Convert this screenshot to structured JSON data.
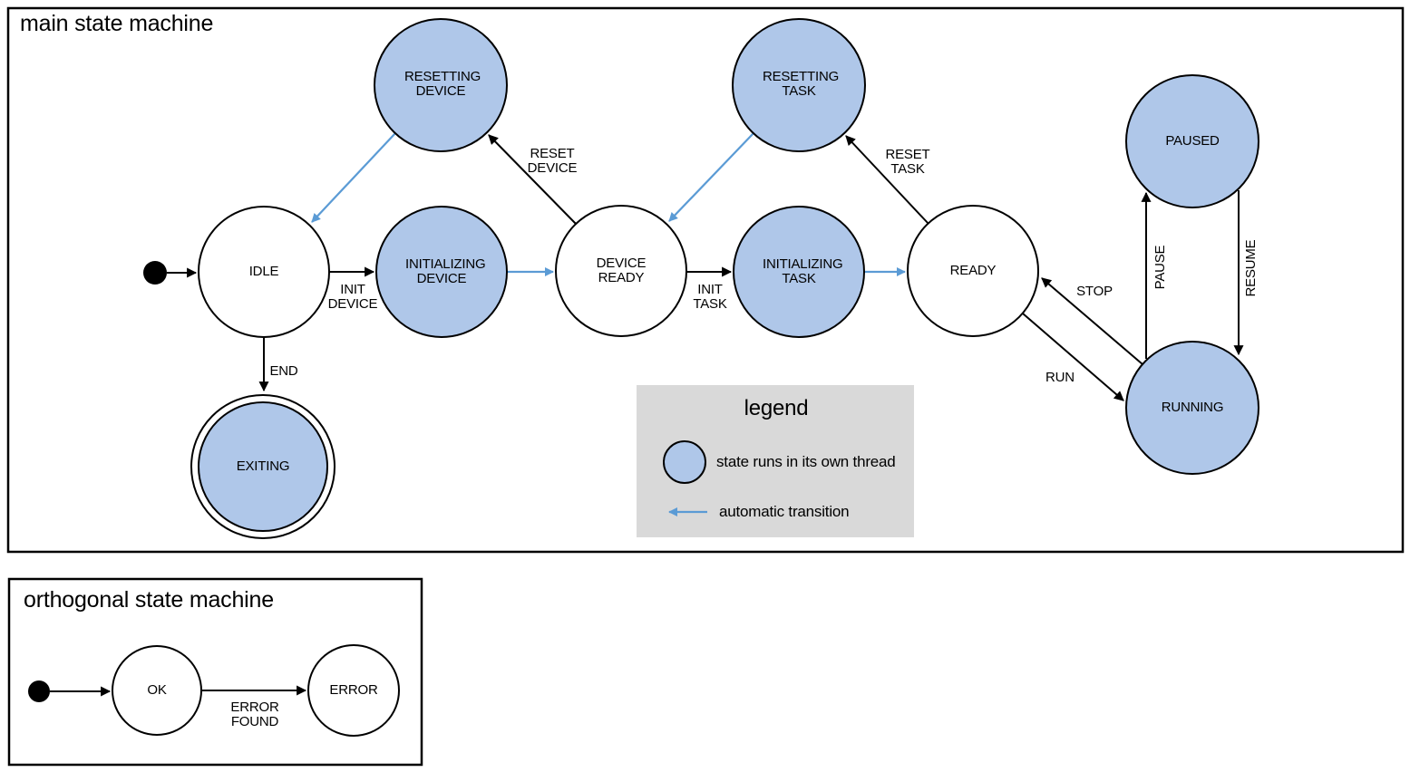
{
  "colors": {
    "thread_state_fill": "#AFC7E9",
    "auto_transition_blue": "#5B9BD5",
    "legend_background": "#D9D9D9",
    "outline_black": "#000000",
    "canvas_background": "#FFFFFF"
  },
  "main": {
    "title": "main state machine",
    "states": {
      "idle": {
        "label": "IDLE",
        "threaded": false
      },
      "resetting_device": {
        "label": "RESETTING DEVICE",
        "threaded": true
      },
      "initializing_device": {
        "label": "INITIALIZING DEVICE",
        "threaded": true
      },
      "device_ready": {
        "label": "DEVICE READY",
        "threaded": false
      },
      "resetting_task": {
        "label": "RESETTING TASK",
        "threaded": true
      },
      "initializing_task": {
        "label": "INITIALIZING TASK",
        "threaded": true
      },
      "ready": {
        "label": "READY",
        "threaded": false
      },
      "paused": {
        "label": "PAUSED",
        "threaded": true
      },
      "running": {
        "label": "RUNNING",
        "threaded": true
      },
      "exiting": {
        "label": "EXITING",
        "threaded": true,
        "final": true
      }
    },
    "transitions": {
      "init_device": {
        "label": "INIT DEVICE",
        "from": "IDLE",
        "to": "INITIALIZING DEVICE"
      },
      "reset_device": {
        "label": "RESET DEVICE",
        "from": "DEVICE READY",
        "to": "RESETTING DEVICE"
      },
      "init_task": {
        "label": "INIT TASK",
        "from": "DEVICE READY",
        "to": "INITIALIZING TASK"
      },
      "reset_task": {
        "label": "RESET TASK",
        "from": "READY",
        "to": "RESETTING TASK"
      },
      "run": {
        "label": "RUN",
        "from": "READY",
        "to": "RUNNING"
      },
      "stop": {
        "label": "STOP",
        "from": "RUNNING",
        "to": "READY"
      },
      "pause": {
        "label": "PAUSE",
        "from": "RUNNING",
        "to": "PAUSED"
      },
      "resume": {
        "label": "RESUME",
        "from": "PAUSED",
        "to": "RUNNING"
      },
      "end": {
        "label": "END",
        "from": "IDLE",
        "to": "EXITING"
      }
    }
  },
  "legend": {
    "title": "legend",
    "items": {
      "thread": {
        "label": "state runs in its own thread",
        "icon": "blue-state-circle"
      },
      "auto": {
        "label": "automatic transition",
        "icon": "blue-left-arrow"
      }
    }
  },
  "ortho": {
    "title": "orthogonal state machine",
    "states": {
      "ok": {
        "label": "OK"
      },
      "error": {
        "label": "ERROR"
      }
    },
    "transitions": {
      "error_found": {
        "label": "ERROR FOUND",
        "from": "OK",
        "to": "ERROR"
      }
    }
  }
}
